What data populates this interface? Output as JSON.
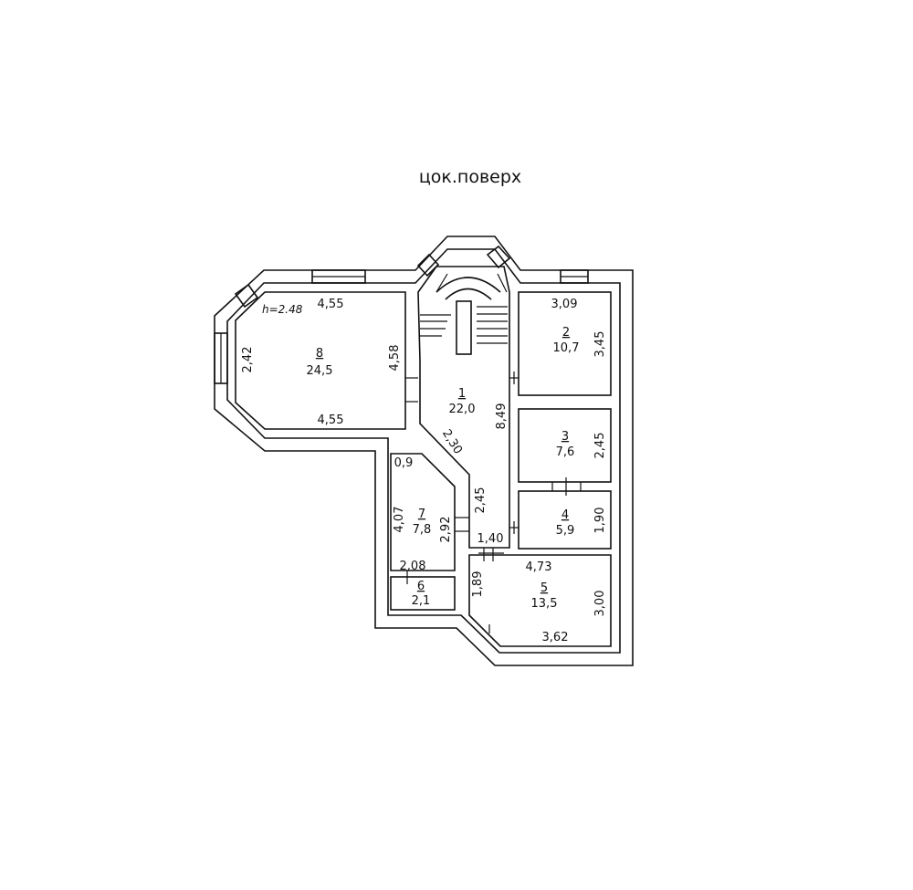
{
  "title": "цок.поверх",
  "ceiling_height": "h=2.48",
  "rooms": [
    {
      "number": "1",
      "area": "22,0"
    },
    {
      "number": "2",
      "area": "10,7"
    },
    {
      "number": "3",
      "area": "7,6"
    },
    {
      "number": "4",
      "area": "5,9"
    },
    {
      "number": "5",
      "area": "13,5"
    },
    {
      "number": "6",
      "area": "2,1"
    },
    {
      "number": "7",
      "area": "7,8"
    },
    {
      "number": "8",
      "area": "24,5"
    }
  ],
  "dimensions": {
    "r8_top": "4,55",
    "r8_bottom": "4,55",
    "r8_left": "2,42",
    "r8_right": "4,58",
    "r1_diag": "2,30",
    "r1_long": "8,49",
    "r1_lower": "2,45",
    "r1_bottom": "1,40",
    "r2_top": "3,09",
    "r2_right": "3,45",
    "r3_right": "2,45",
    "r4_right": "1,90",
    "r5_top": "4,73",
    "r5_left": "1,89",
    "r5_right": "3,00",
    "r5_bottom": "3,62",
    "r7_corner": "0,9",
    "r7_left": "4,07",
    "r7_right": "2,92",
    "r6_top": "2,08"
  }
}
